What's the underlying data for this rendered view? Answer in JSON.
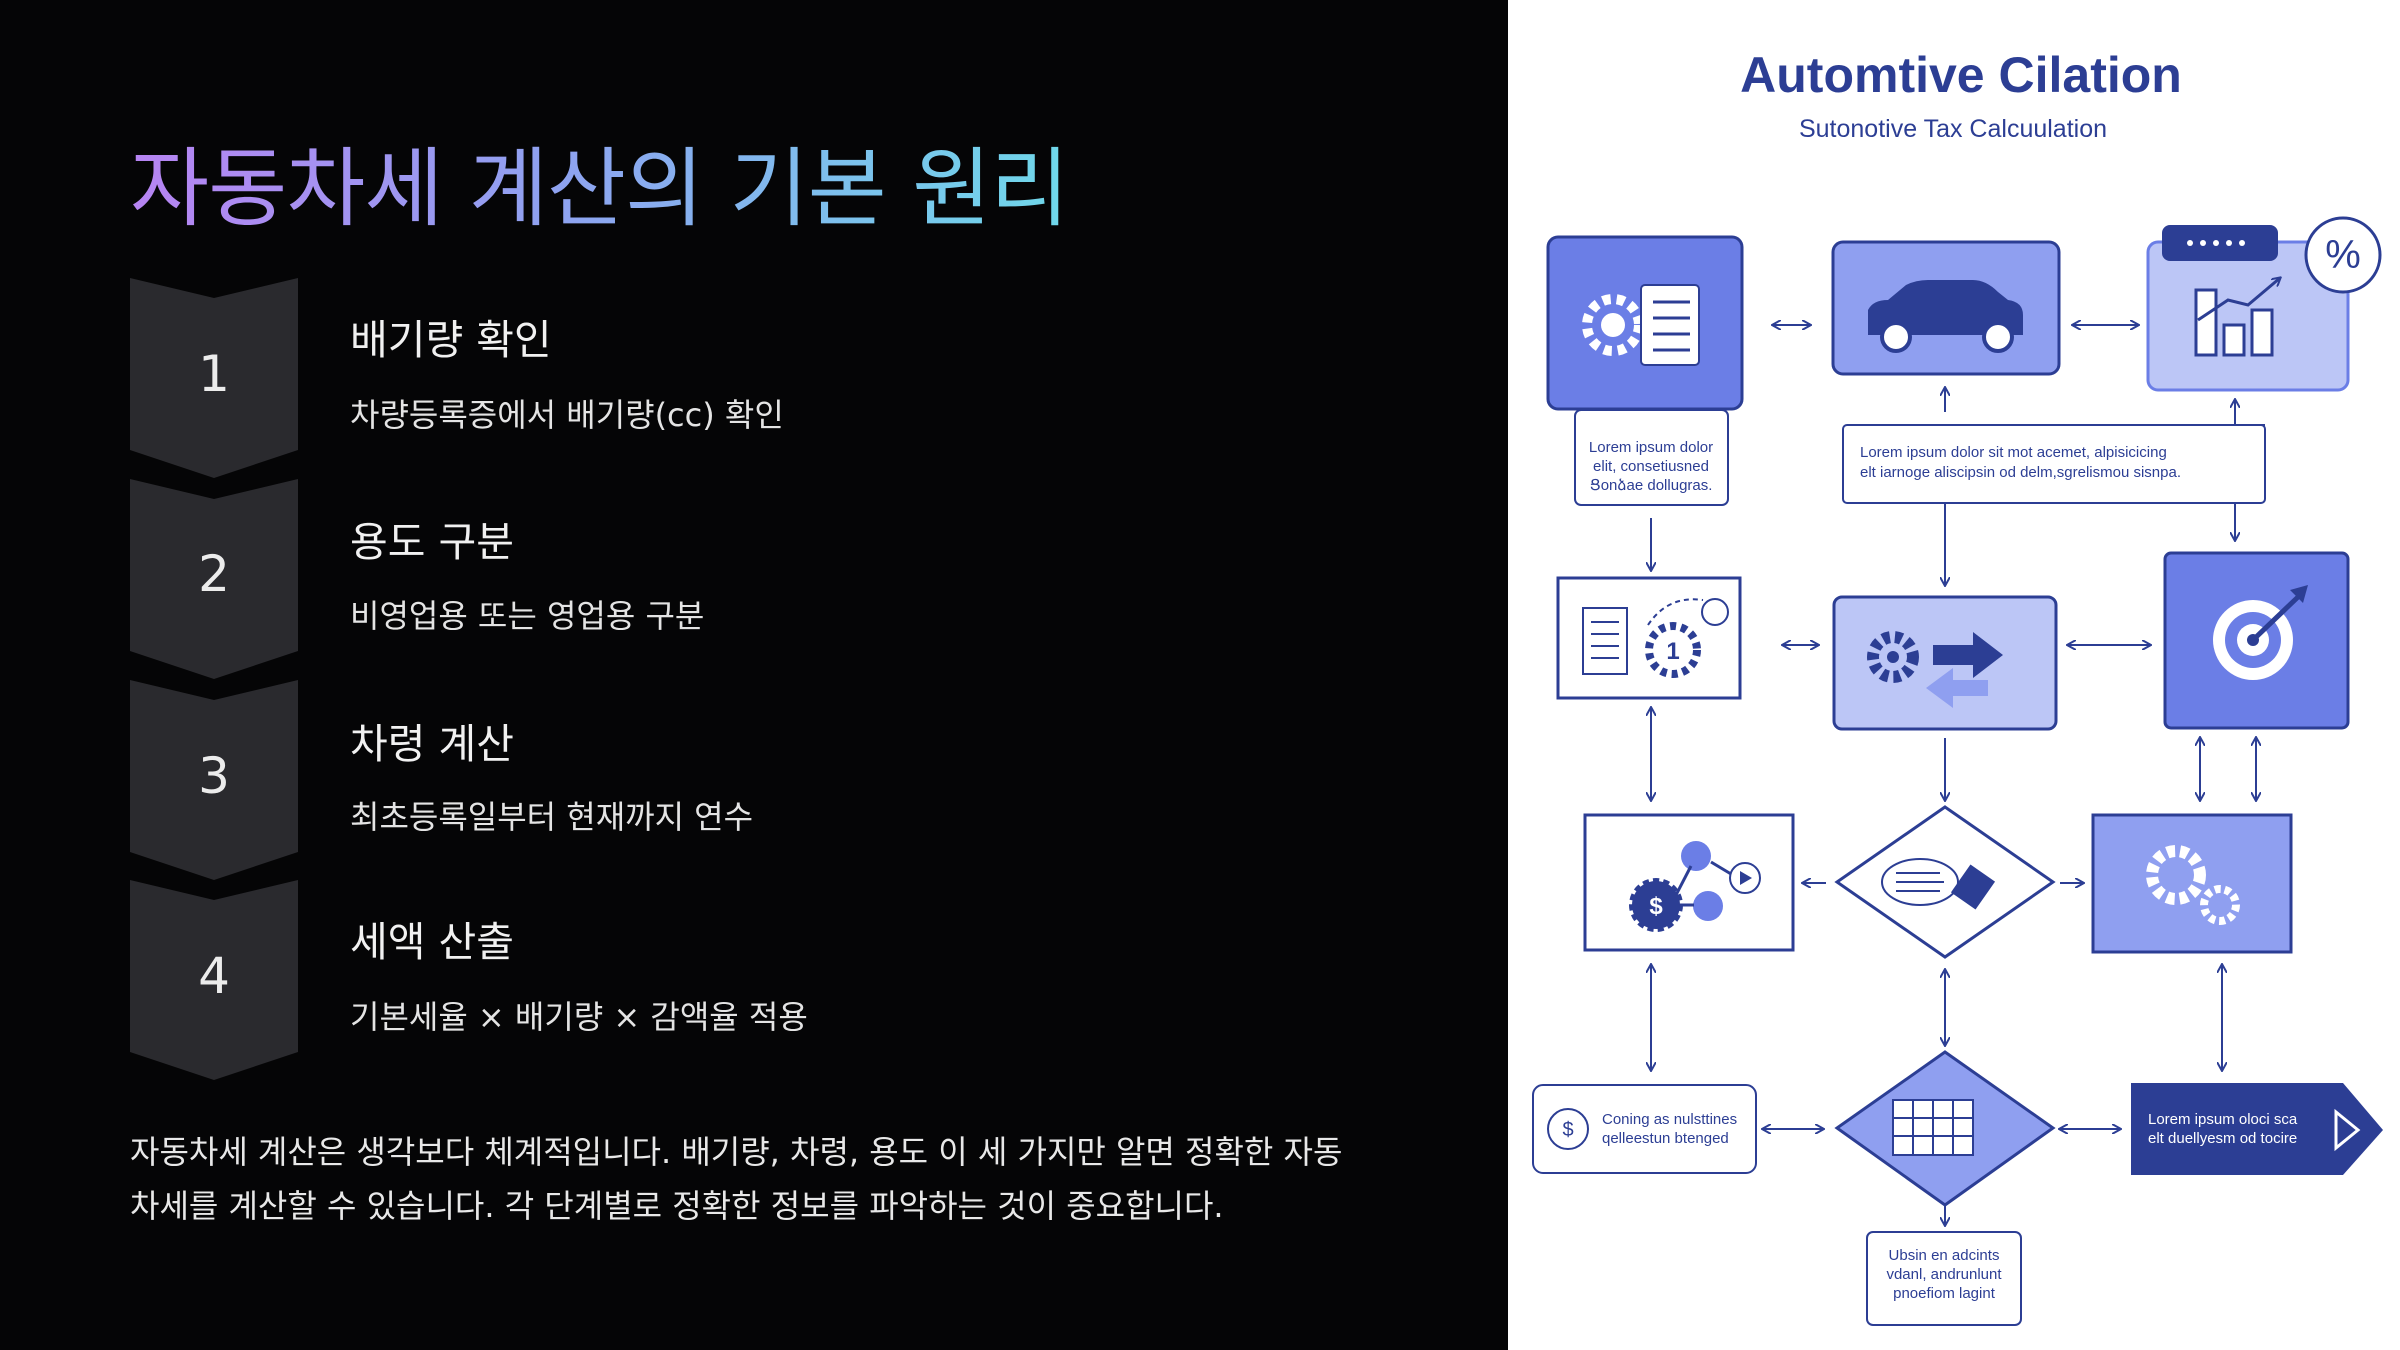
{
  "slide": {
    "title": "자동차세 계산의 기본 원리",
    "steps": [
      {
        "num": "1",
        "heading": "배기량 확인",
        "desc": "차량등록증에서 배기량(cc) 확인"
      },
      {
        "num": "2",
        "heading": "용도 구분",
        "desc": "비영업용 또는 영업용 구분"
      },
      {
        "num": "3",
        "heading": "차령 계산",
        "desc": "최초등록일부터 현재까지 연수"
      },
      {
        "num": "4",
        "heading": "세액 산출",
        "desc": "기본세율 × 배기량 × 감액율 적용"
      }
    ],
    "paragraph_line1": "자동차세 계산은 생각보다 체계적입니다. 배기량, 차령, 용도 이 세 가지만 알면 정확한 자동",
    "paragraph_line2": "차세를 계산할 수 있습니다. 각 단계별로 정확한 정보를 파악하는 것이 중요합니다."
  },
  "diagram": {
    "title": "Automtive Cilation",
    "subtitle": "Sutonotive Tax Calcuulation",
    "note1": [
      "Lorem ipsum dolor",
      "elit, consetiusned",
      "Ցonձae dollugras."
    ],
    "note2": [
      "Lorem ipsum dolor sit mot acemet, alpisicicing",
      "elt iarnoge aliscipsin od delm,sgrelismou sisnpa."
    ],
    "note3": [
      "Coning as nulsttines",
      "qelleestun btenged"
    ],
    "note4": [
      "Lorem ipsum oloci sca",
      "elt duellyesm od tocire"
    ],
    "note5": [
      "Ubsin en adcints",
      "vdanl, andrunlunt",
      "pnoefiom lagint"
    ],
    "percent_symbol": "%",
    "step_badge": "1",
    "dollar_symbol": "$",
    "colors": {
      "primary": "#2c3e94",
      "fill_dark": "#6b7ee6",
      "fill_light": "#bcc6f6",
      "fill_mid": "#8f9ff0"
    }
  }
}
